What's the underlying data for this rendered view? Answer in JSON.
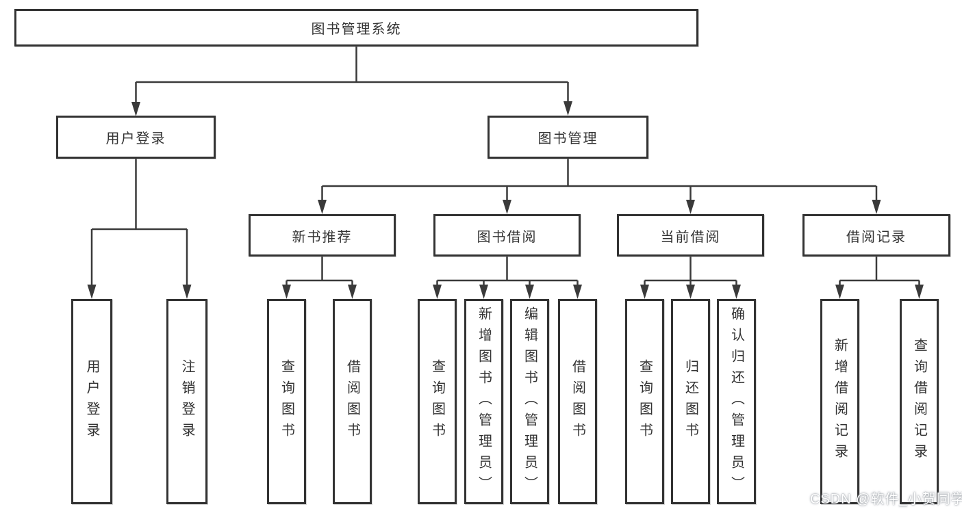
{
  "diagram": {
    "title": "图书管理系统",
    "line_color": "#3a3a3a",
    "border_color": "#333333",
    "background_color": "#ffffff"
  },
  "tree": {
    "root": "图书管理系统",
    "user_branch": {
      "label": "用户登录",
      "children": [
        "用户登录",
        "注销登录"
      ]
    },
    "book_branch": {
      "label": "图书管理",
      "modules": [
        {
          "label": "新书推荐",
          "children": [
            "查询图书",
            "借阅图书"
          ]
        },
        {
          "label": "图书借阅",
          "children": [
            "查询图书",
            "新增图书（管理员）",
            "编辑图书（管理员）",
            "借阅图书"
          ]
        },
        {
          "label": "当前借阅",
          "children": [
            "查询图书",
            "归还图书",
            "确认归还（管理员）"
          ]
        },
        {
          "label": "借阅记录",
          "children": [
            "新增借阅记录",
            "查询借阅记录"
          ]
        }
      ]
    }
  },
  "watermark": {
    "text": "CSDN @软件_小贺同学"
  }
}
